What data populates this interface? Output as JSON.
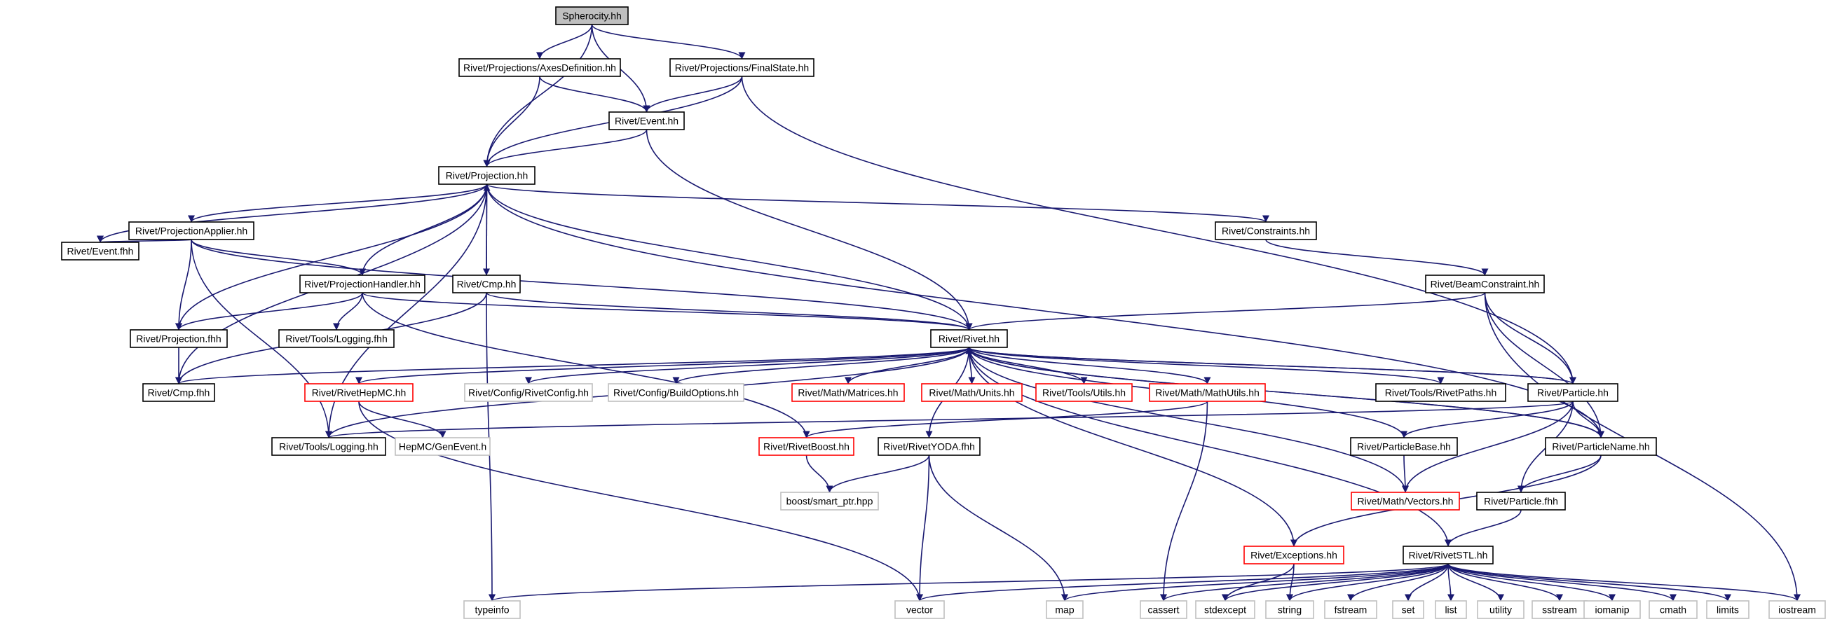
{
  "diagram": {
    "type": "include-dependency-graph",
    "colors": {
      "edge": "#191970",
      "root_fill": "#bfbfbf",
      "normal_border": "#000000",
      "truncated_border": "#ff0000",
      "external_border": "#bfbfbf"
    },
    "nodes": [
      {
        "id": "spherocity",
        "label": "Spherocity.hh",
        "style": "root"
      },
      {
        "id": "axesdef",
        "label": "Rivet/Projections/AxesDefinition.hh",
        "style": "normal"
      },
      {
        "id": "finalstate",
        "label": "Rivet/Projections/FinalState.hh",
        "style": "normal"
      },
      {
        "id": "event_hh",
        "label": "Rivet/Event.hh",
        "style": "normal"
      },
      {
        "id": "projection_hh",
        "label": "Rivet/Projection.hh",
        "style": "normal"
      },
      {
        "id": "projapplier",
        "label": "Rivet/ProjectionApplier.hh",
        "style": "normal"
      },
      {
        "id": "constraints",
        "label": "Rivet/Constraints.hh",
        "style": "normal"
      },
      {
        "id": "event_fhh",
        "label": "Rivet/Event.fhh",
        "style": "normal"
      },
      {
        "id": "projhandler",
        "label": "Rivet/ProjectionHandler.hh",
        "style": "normal"
      },
      {
        "id": "cmp_hh",
        "label": "Rivet/Cmp.hh",
        "style": "normal"
      },
      {
        "id": "beamconstraint",
        "label": "Rivet/BeamConstraint.hh",
        "style": "normal"
      },
      {
        "id": "proj_fhh",
        "label": "Rivet/Projection.fhh",
        "style": "normal"
      },
      {
        "id": "logging_fhh",
        "label": "Rivet/Tools/Logging.fhh",
        "style": "normal"
      },
      {
        "id": "rivet_hh",
        "label": "Rivet/Rivet.hh",
        "style": "normal"
      },
      {
        "id": "cmp_fhh",
        "label": "Rivet/Cmp.fhh",
        "style": "normal"
      },
      {
        "id": "rivethepmc",
        "label": "Rivet/RivetHepMC.hh",
        "style": "truncated"
      },
      {
        "id": "rivetconfig",
        "label": "Rivet/Config/RivetConfig.hh",
        "style": "external"
      },
      {
        "id": "buildoptions",
        "label": "Rivet/Config/BuildOptions.hh",
        "style": "external"
      },
      {
        "id": "matrices",
        "label": "Rivet/Math/Matrices.hh",
        "style": "truncated"
      },
      {
        "id": "units",
        "label": "Rivet/Math/Units.hh",
        "style": "truncated"
      },
      {
        "id": "utils",
        "label": "Rivet/Tools/Utils.hh",
        "style": "truncated"
      },
      {
        "id": "mathutils",
        "label": "Rivet/Math/MathUtils.hh",
        "style": "truncated"
      },
      {
        "id": "rivetpaths",
        "label": "Rivet/Tools/RivetPaths.hh",
        "style": "normal"
      },
      {
        "id": "particle_hh",
        "label": "Rivet/Particle.hh",
        "style": "normal"
      },
      {
        "id": "logging_hh",
        "label": "Rivet/Tools/Logging.hh",
        "style": "normal"
      },
      {
        "id": "genevent",
        "label": "HepMC/GenEvent.h",
        "style": "external"
      },
      {
        "id": "rivetboost",
        "label": "Rivet/RivetBoost.hh",
        "style": "truncated"
      },
      {
        "id": "rivetyoda",
        "label": "Rivet/RivetYODA.fhh",
        "style": "normal"
      },
      {
        "id": "particlebase",
        "label": "Rivet/ParticleBase.hh",
        "style": "normal"
      },
      {
        "id": "particlename",
        "label": "Rivet/ParticleName.hh",
        "style": "normal"
      },
      {
        "id": "smartptr",
        "label": "boost/smart_ptr.hpp",
        "style": "external"
      },
      {
        "id": "vectors",
        "label": "Rivet/Math/Vectors.hh",
        "style": "truncated"
      },
      {
        "id": "particle_fhh",
        "label": "Rivet/Particle.fhh",
        "style": "normal"
      },
      {
        "id": "exceptions",
        "label": "Rivet/Exceptions.hh",
        "style": "truncated"
      },
      {
        "id": "rivetstl",
        "label": "Rivet/RivetSTL.hh",
        "style": "normal"
      },
      {
        "id": "typeinfo",
        "label": "typeinfo",
        "style": "external"
      },
      {
        "id": "vector",
        "label": "vector",
        "style": "external"
      },
      {
        "id": "map",
        "label": "map",
        "style": "external"
      },
      {
        "id": "cassert",
        "label": "cassert",
        "style": "external"
      },
      {
        "id": "stdexcept",
        "label": "stdexcept",
        "style": "external"
      },
      {
        "id": "string",
        "label": "string",
        "style": "external"
      },
      {
        "id": "fstream",
        "label": "fstream",
        "style": "external"
      },
      {
        "id": "set",
        "label": "set",
        "style": "external"
      },
      {
        "id": "list",
        "label": "list",
        "style": "external"
      },
      {
        "id": "utility",
        "label": "utility",
        "style": "external"
      },
      {
        "id": "sstream",
        "label": "sstream",
        "style": "external"
      },
      {
        "id": "iomanip",
        "label": "iomanip",
        "style": "external"
      },
      {
        "id": "cmath",
        "label": "cmath",
        "style": "external"
      },
      {
        "id": "limits",
        "label": "limits",
        "style": "external"
      },
      {
        "id": "iostream",
        "label": "iostream",
        "style": "external"
      }
    ],
    "edges": [
      [
        "spherocity",
        "axesdef"
      ],
      [
        "spherocity",
        "finalstate"
      ],
      [
        "spherocity",
        "event_hh"
      ],
      [
        "spherocity",
        "projection_hh"
      ],
      [
        "axesdef",
        "event_hh"
      ],
      [
        "axesdef",
        "projection_hh"
      ],
      [
        "finalstate",
        "event_hh"
      ],
      [
        "finalstate",
        "projection_hh"
      ],
      [
        "finalstate",
        "particle_hh"
      ],
      [
        "event_hh",
        "projection_hh"
      ],
      [
        "event_hh",
        "rivet_hh"
      ],
      [
        "projection_hh",
        "projapplier"
      ],
      [
        "projection_hh",
        "constraints"
      ],
      [
        "projection_hh",
        "event_fhh"
      ],
      [
        "projection_hh",
        "projhandler"
      ],
      [
        "projection_hh",
        "cmp_hh"
      ],
      [
        "projection_hh",
        "proj_fhh"
      ],
      [
        "projection_hh",
        "rivet_hh"
      ],
      [
        "projection_hh",
        "cmp_fhh"
      ],
      [
        "projection_hh",
        "logging_hh"
      ],
      [
        "projection_hh",
        "particlename"
      ],
      [
        "projapplier",
        "event_fhh"
      ],
      [
        "projapplier",
        "projhandler"
      ],
      [
        "projapplier",
        "proj_fhh"
      ],
      [
        "projapplier",
        "rivet_hh"
      ],
      [
        "projapplier",
        "logging_hh"
      ],
      [
        "projhandler",
        "proj_fhh"
      ],
      [
        "projhandler",
        "logging_fhh"
      ],
      [
        "projhandler",
        "rivet_hh"
      ],
      [
        "projhandler",
        "rivetboost"
      ],
      [
        "cmp_hh",
        "projection_hh"
      ],
      [
        "cmp_hh",
        "rivet_hh"
      ],
      [
        "cmp_hh",
        "cmp_fhh"
      ],
      [
        "cmp_hh",
        "typeinfo"
      ],
      [
        "constraints",
        "beamconstraint"
      ],
      [
        "beamconstraint",
        "rivet_hh"
      ],
      [
        "beamconstraint",
        "particle_hh"
      ],
      [
        "beamconstraint",
        "particlename"
      ],
      [
        "beamconstraint",
        "iostream"
      ],
      [
        "proj_fhh",
        "cmp_fhh"
      ],
      [
        "rivet_hh",
        "cmp_fhh"
      ],
      [
        "rivet_hh",
        "rivethepmc"
      ],
      [
        "rivet_hh",
        "rivetconfig"
      ],
      [
        "rivet_hh",
        "buildoptions"
      ],
      [
        "rivet_hh",
        "matrices"
      ],
      [
        "rivet_hh",
        "units"
      ],
      [
        "rivet_hh",
        "utils"
      ],
      [
        "rivet_hh",
        "mathutils"
      ],
      [
        "rivet_hh",
        "rivetpaths"
      ],
      [
        "rivet_hh",
        "particle_hh"
      ],
      [
        "rivet_hh",
        "particlename"
      ],
      [
        "rivet_hh",
        "rivetyoda"
      ],
      [
        "rivet_hh",
        "vectors"
      ],
      [
        "rivet_hh",
        "exceptions"
      ],
      [
        "rivet_hh",
        "rivetstl"
      ],
      [
        "rivethepmc",
        "genevent"
      ],
      [
        "rivethepmc",
        "vector"
      ],
      [
        "mathutils",
        "rivetboost"
      ],
      [
        "mathutils",
        "cassert"
      ],
      [
        "rivetboost",
        "smartptr"
      ],
      [
        "rivetyoda",
        "smartptr"
      ],
      [
        "rivetyoda",
        "vector"
      ],
      [
        "rivetyoda",
        "map"
      ],
      [
        "particle_hh",
        "rivet_hh"
      ],
      [
        "particle_hh",
        "logging_hh"
      ],
      [
        "particle_hh",
        "particlebase"
      ],
      [
        "particle_hh",
        "particlename"
      ],
      [
        "particle_hh",
        "particle_fhh"
      ],
      [
        "particle_hh",
        "vectors"
      ],
      [
        "particlebase",
        "rivet_hh"
      ],
      [
        "particlebase",
        "vectors"
      ],
      [
        "particlename",
        "rivet_hh"
      ],
      [
        "particlename",
        "particle_fhh"
      ],
      [
        "particlename",
        "exceptions"
      ],
      [
        "particle_fhh",
        "rivetstl"
      ],
      [
        "logging_hh",
        "rivet_hh"
      ],
      [
        "exceptions",
        "stdexcept"
      ],
      [
        "exceptions",
        "string"
      ],
      [
        "rivetstl",
        "typeinfo"
      ],
      [
        "rivetstl",
        "vector"
      ],
      [
        "rivetstl",
        "map"
      ],
      [
        "rivetstl",
        "cassert"
      ],
      [
        "rivetstl",
        "stdexcept"
      ],
      [
        "rivetstl",
        "string"
      ],
      [
        "rivetstl",
        "fstream"
      ],
      [
        "rivetstl",
        "set"
      ],
      [
        "rivetstl",
        "list"
      ],
      [
        "rivetstl",
        "utility"
      ],
      [
        "rivetstl",
        "sstream"
      ],
      [
        "rivetstl",
        "iomanip"
      ],
      [
        "rivetstl",
        "cmath"
      ],
      [
        "rivetstl",
        "limits"
      ],
      [
        "rivetstl",
        "iostream"
      ]
    ]
  }
}
